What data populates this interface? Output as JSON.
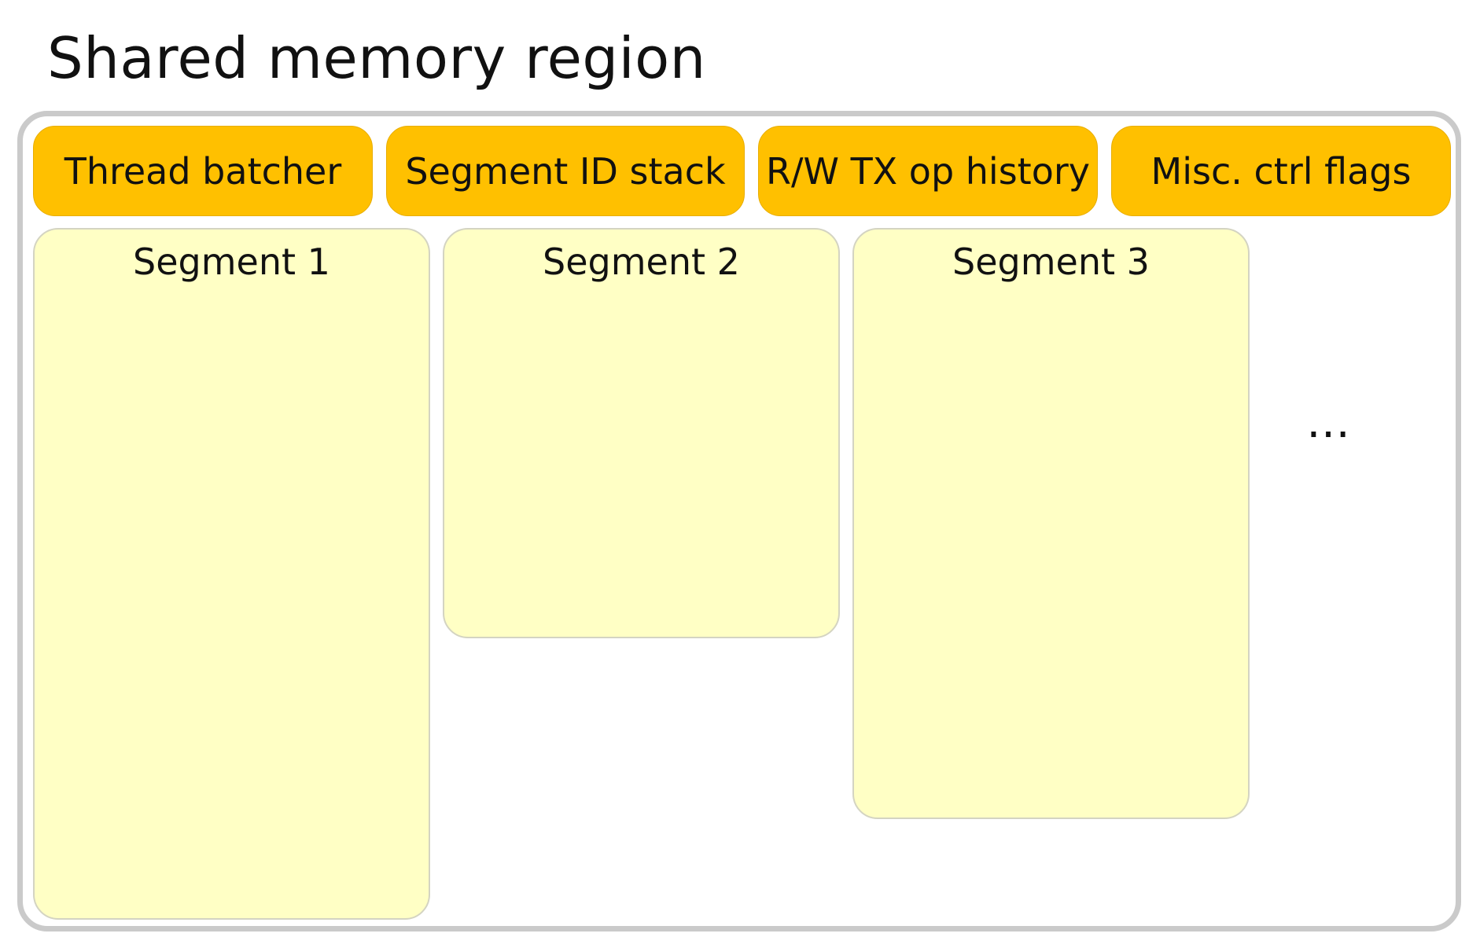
{
  "title": "Shared memory region",
  "control_blocks": [
    {
      "label": "Thread batcher"
    },
    {
      "label": "Segment ID stack"
    },
    {
      "label": "R/W TX op history"
    },
    {
      "label": "Misc. ctrl flags"
    }
  ],
  "segments": [
    {
      "label": "Segment 1"
    },
    {
      "label": "Segment 2"
    },
    {
      "label": "Segment 3"
    }
  ],
  "continuation": "…",
  "colors": {
    "control_block_fill": "#ffc000",
    "segment_fill": "#ffffc5",
    "region_border": "#cacaca"
  }
}
